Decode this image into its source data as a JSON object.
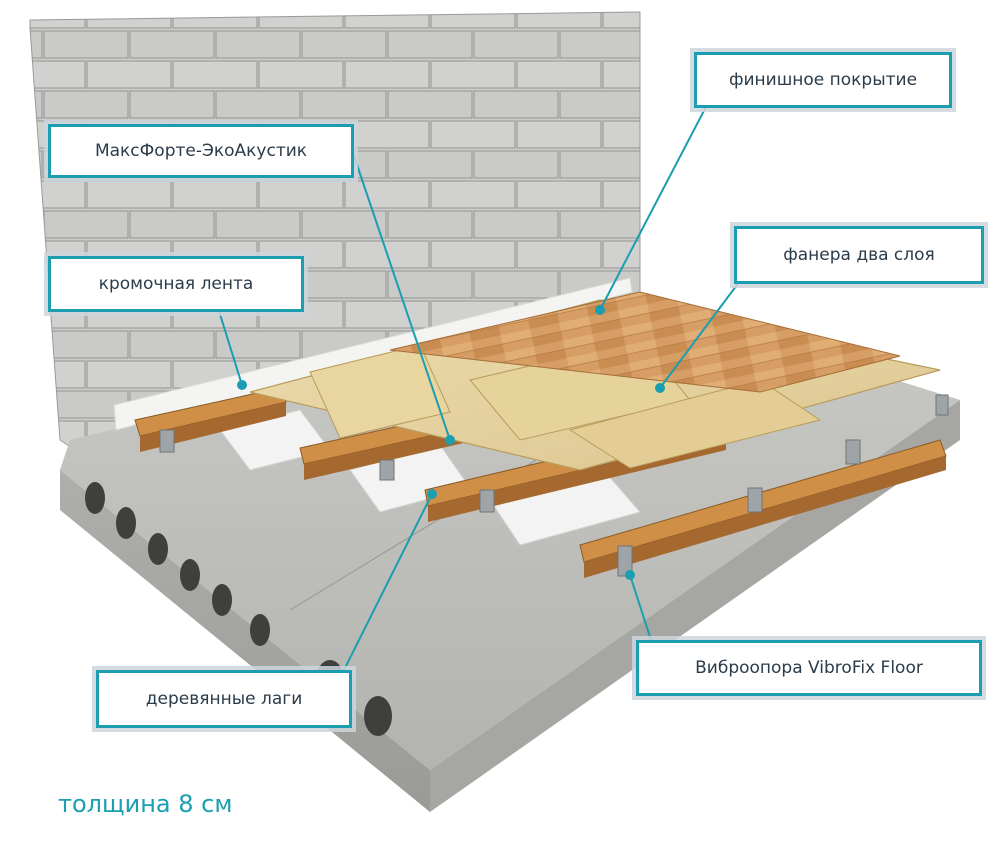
{
  "labels": {
    "finish": "финишное покрытие",
    "maksforte": "МаксФорте-ЭкоАкустик",
    "edge_tape": "кромочная лента",
    "plywood": "фанера два слоя",
    "vibro": "Виброопора VibroFix Floor",
    "joists": "деревянные лаги"
  },
  "footer": {
    "thickness": "толщина 8 см"
  },
  "colors": {
    "accent": "#1a9eb0",
    "brick": "#c9c9c7",
    "concrete": "#bdbdba",
    "wood": "#c8843e",
    "plywood": "#e4cf9a",
    "parquet": "#d7a06a",
    "insulation": "#f2f2f2"
  }
}
